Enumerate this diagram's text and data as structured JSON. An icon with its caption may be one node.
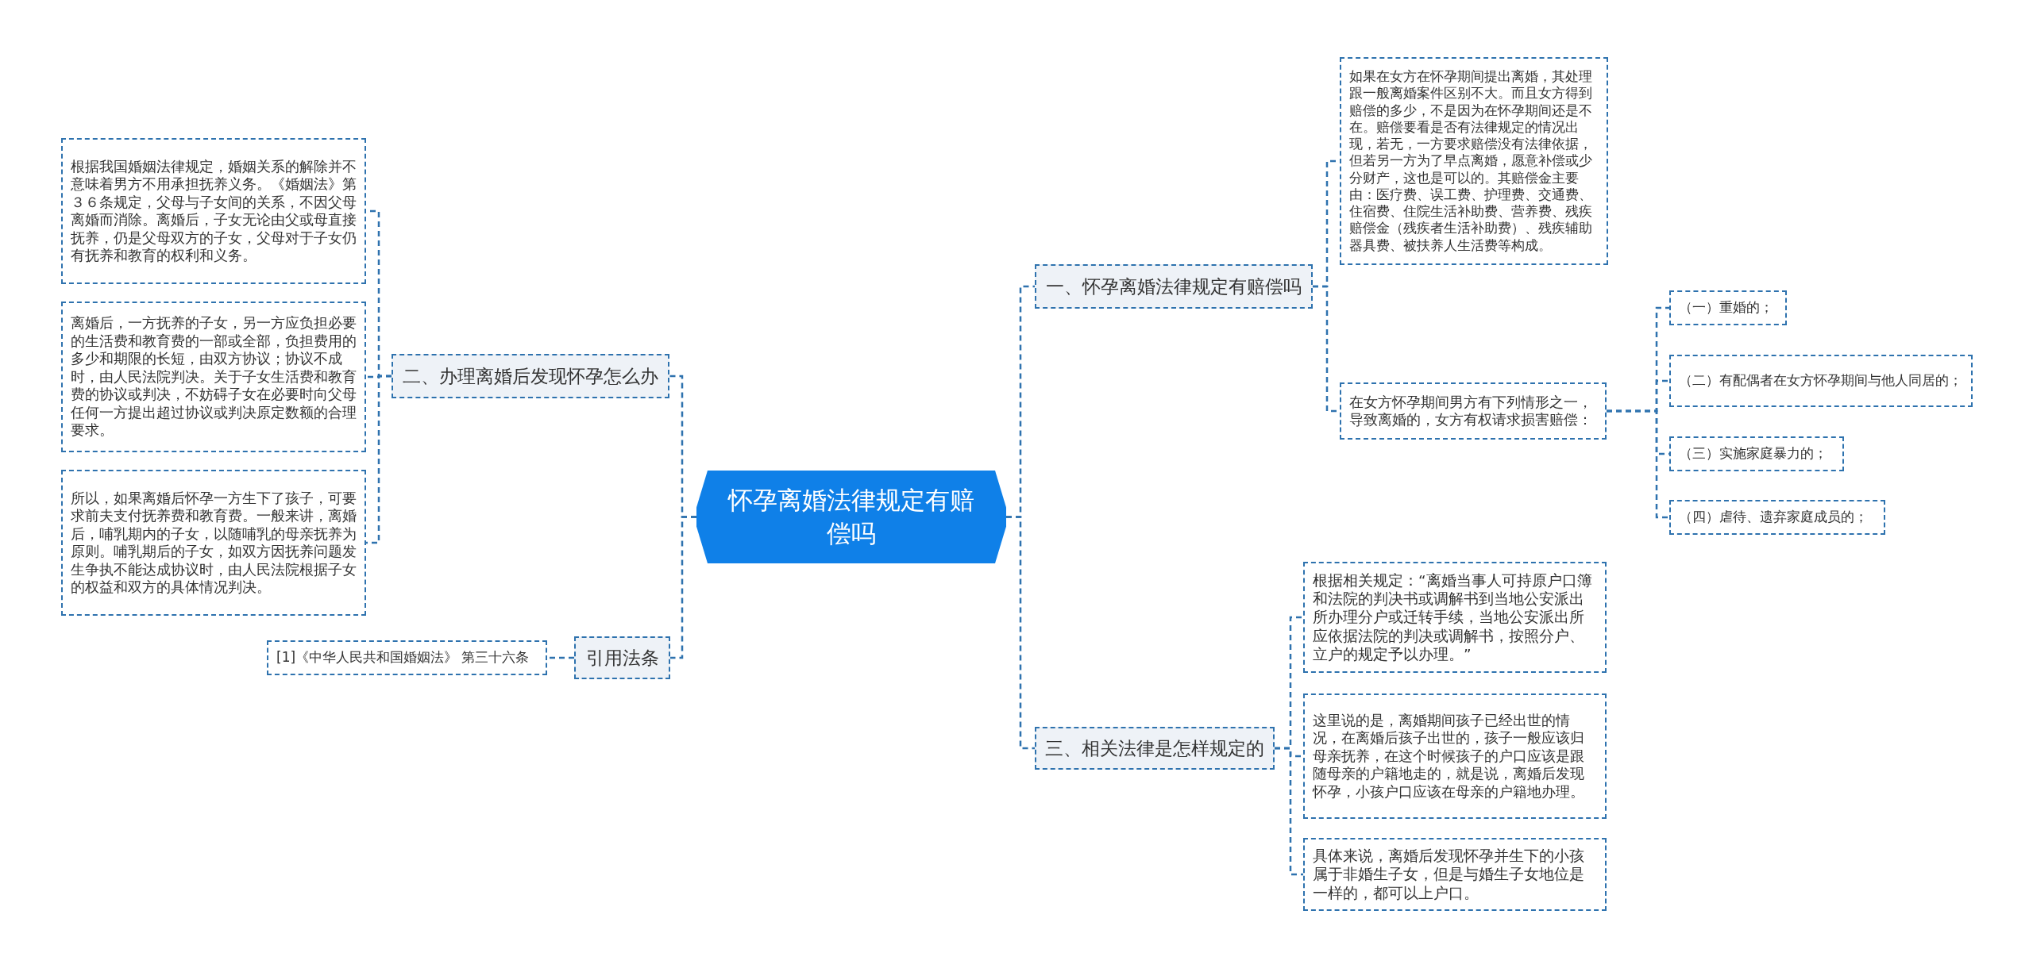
{
  "diagram": {
    "nodes": [
      {
        "text": [
          "怀孕离婚法律规定有赔偿吗"
        ]
      },
      {
        "text": [
          "一、怀孕离婚法律规定有赔偿吗"
        ]
      },
      {
        "text": [
          "如果在女方在怀孕期间提出离婚，其处理跟一般离婚案件区别不大。而且女方得到赔偿的多少，不是因为在怀孕期间还是不在。赔偿要看是否有法律规定的情况出现，若无，一方要求赔偿没有法律依据，但若另一方为了早点离婚，愿意补偿或少分财产，这也是可以的。其赔偿金主要由：医疗费、误工费、护理费、交通费、住宿费、住院生活补助费、营养费、残疾赔偿金（残疾者生活补助费）、残疾辅助器具费、被扶养人生活费等构成。"
        ]
      },
      {
        "text": [
          "在女方怀孕期间男方有下列情形之一，导致离婚的，女方有权请求损害赔偿："
        ]
      },
      {
        "text": [
          "（一）重婚的；"
        ]
      },
      {
        "text": [
          "（二）有配偶者在女方怀孕期间与他人同居的；"
        ]
      },
      {
        "text": [
          "（三）实施家庭暴力的；"
        ]
      },
      {
        "text": [
          "（四）虐待、遗弃家庭成员的；"
        ]
      },
      {
        "text": [
          "三、相关法律是怎样规定的"
        ]
      },
      {
        "text": [
          "根据相关规定：“离婚当事人可持原户口簿和法院的判决书或调解书到当地公安派出所办理分户或迁转手续，当地公安派出所应依据法院的判决或调解书，按照分户、立户的规定予以办理。”"
        ]
      },
      {
        "text": [
          "这里说的是，离婚期间孩子已经出世的情况，在离婚后孩子出世的，孩子一般应该归母亲抚养，在这个时候孩子的户口应该是跟随母亲的户籍地走的，就是说，离婚后发现怀孕，小孩户口应该在母亲的户籍地办理。"
        ]
      },
      {
        "text": [
          "具体来说，离婚后发现怀孕并生下的小孩属于非婚生子女，但是与婚生子女地位是一样的，都可以上户口。"
        ]
      },
      {
        "text": [
          "二、办理离婚后发现怀孕怎么办"
        ]
      },
      {
        "text": [
          "根据我国婚姻法律规定，婚姻关系的解除并不意味着男方不用承担抚养义务。《婚姻法》第３６条规定，父母与子女间的关系，不因父母离婚而消除。离婚后，子女无论由父或母直接抚养，仍是父母双方的子女，父母对于子女仍有抚养和教育的权利和义务。"
        ]
      },
      {
        "text": [
          "离婚后，一方抚养的子女，另一方应负担必要的生活费和教育费的一部或全部，负担费用的多少和期限的长短，由双方协议；协议不成时，由人民法院判决。关于子女生活费和教育费的协议或判决，不妨碍子女在必要时向父母任何一方提出超过协议或判决原定数额的合理要求。"
        ]
      },
      {
        "text": [
          "所以，如果离婚后怀孕一方生下了孩子，可要求前夫支付抚养费和教育费。一般来讲，离婚后，哺乳期内的子女，以随哺乳的母亲抚养为原则。哺乳期后的子女，如双方因抚养问题发生争执不能达成协议时，由人民法院根据子女的权益和双方的具体情况判决。"
        ]
      },
      {
        "text": [
          "引用法条"
        ]
      },
      {
        "text": [
          "[1]《中华人民共和国婚姻法》 第三十六条"
        ]
      }
    ],
    "edges": [
      {
        "from": 0,
        "to": 1,
        "arrow": "none"
      },
      {
        "from": 0,
        "to": 8,
        "arrow": "none"
      },
      {
        "from": 0,
        "to": 12,
        "arrow": "none"
      },
      {
        "from": 0,
        "to": 16,
        "arrow": "none"
      },
      {
        "from": 1,
        "to": 2,
        "arrow": "none"
      },
      {
        "from": 1,
        "to": 3,
        "arrow": "none"
      },
      {
        "from": 3,
        "to": 4,
        "arrow": "none"
      },
      {
        "from": 3,
        "to": 5,
        "arrow": "none"
      },
      {
        "from": 3,
        "to": 6,
        "arrow": "none"
      },
      {
        "from": 3,
        "to": 7,
        "arrow": "none"
      },
      {
        "from": 8,
        "to": 9,
        "arrow": "none"
      },
      {
        "from": 8,
        "to": 10,
        "arrow": "none"
      },
      {
        "from": 8,
        "to": 11,
        "arrow": "none"
      },
      {
        "from": 12,
        "to": 13,
        "arrow": "none"
      },
      {
        "from": 12,
        "to": 14,
        "arrow": "none"
      },
      {
        "from": 12,
        "to": 15,
        "arrow": "none"
      },
      {
        "from": 16,
        "to": 17,
        "arrow": "none"
      }
    ]
  }
}
